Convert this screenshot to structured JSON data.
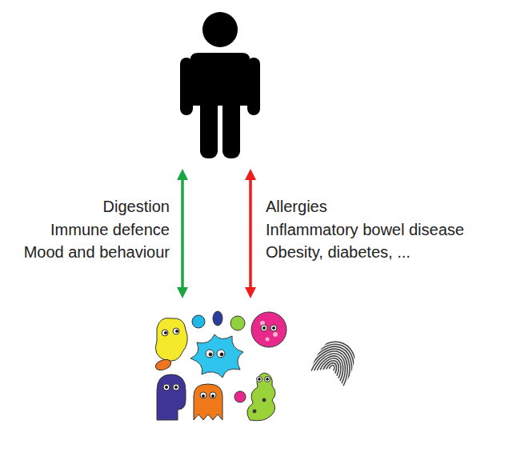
{
  "diagram": {
    "labels": [
      "Digestion",
      "Immune defence",
      "Mood and behaviour",
      "Allergies",
      "Inflammatory bowel disease",
      "Obesity, diabetes, ..."
    ]
  }
}
